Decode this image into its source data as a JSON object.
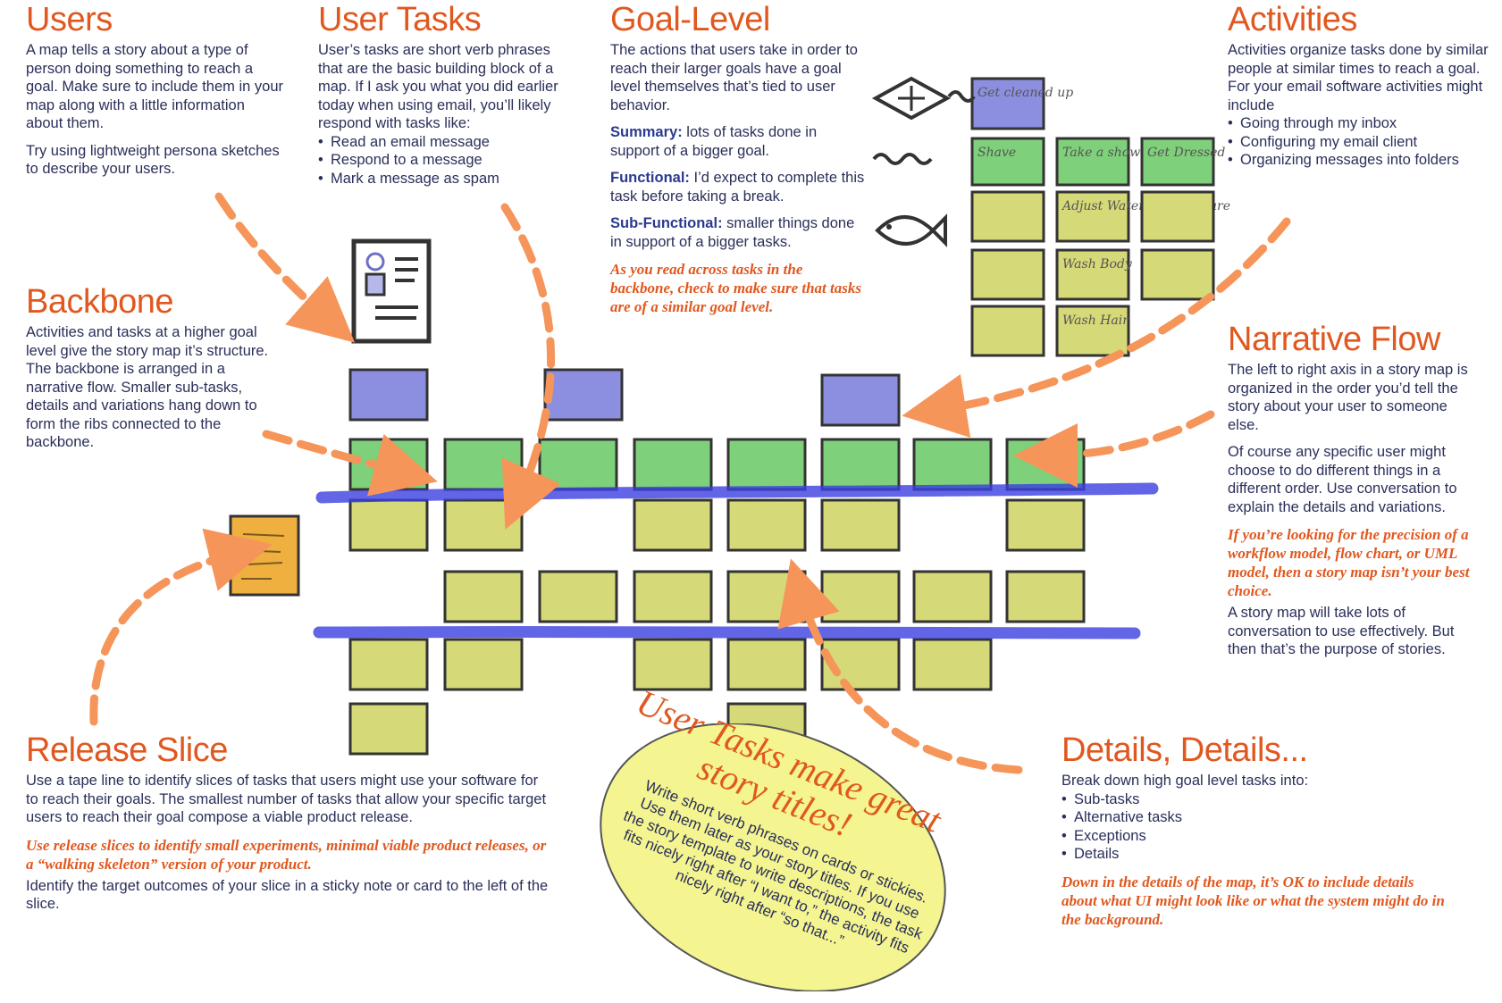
{
  "colors": {
    "accent": "#e0581f",
    "text": "#2a2f5a",
    "activity_card": "#8c8fe0",
    "task_card": "#7fd07a",
    "detail_card": "#d6d978",
    "release_note": "#f0b040",
    "tape": "#3a3fe0",
    "bubble": "#f4f590"
  },
  "users": {
    "title": "Users",
    "p1": "A map tells a story about a type of person doing something to reach a goal.  Make sure to include them in your map along with a little information about them.",
    "p2": "Try using lightweight persona sketches to describe your users."
  },
  "user_tasks": {
    "title": "User Tasks",
    "p1": "User’s tasks are short verb phrases that are the basic building block of a map.  If I ask you what you did earlier today when using email, you’ll likely respond with tasks like:",
    "bullets": [
      "Read an email message",
      "Respond to a message",
      "Mark a message as spam"
    ]
  },
  "goal_level": {
    "title": "Goal-Level",
    "p1": "The actions that users take in order to reach their larger goals have a goal level themselves that’s tied to user behavior.",
    "summary_label": "Summary:",
    "summary": " lots of tasks done in support of a bigger goal.",
    "functional_label": "Functional:",
    "functional": " I’d expect to complete this task before taking a break.",
    "subfunctional_label": "Sub-Functional:",
    "subfunctional": " smaller things done in support of a bigger tasks.",
    "italic": "As you read across tasks in the backbone, check to make sure that tasks are of a similar goal level."
  },
  "activities": {
    "title": "Activities",
    "p1": "Activities organize tasks done by similar people at similar times to reach a goal.  For your email software activities might include",
    "bullets": [
      "Going through my inbox",
      "Configuring my email client",
      "Organizing messages into folders"
    ]
  },
  "backbone": {
    "title": "Backbone",
    "p1": "Activities and tasks at a higher goal level give the story map it’s structure.  The backbone is arranged in a narrative flow.  Smaller sub-tasks, details and variations hang down to form the ribs connected to the backbone."
  },
  "narrative_flow": {
    "title": "Narrative Flow",
    "p1": "The  left to right axis in a story map is organized in the order you’d tell the story about your user to someone else.",
    "p2": "Of course any specific user might choose to do different things in a different order.  Use conversation to explain the details and variations.",
    "italic": "If you’re looking for the precision of a workflow model, flow chart, or UML model, then a story map isn’t your best choice.",
    "p3": "A story map will take lots of conversation to use effectively.  But then that’s the purpose of stories."
  },
  "release_slice": {
    "title": "Release Slice",
    "p1": "Use a tape line to identify slices of tasks that users might use your software for to reach their goals.  The smallest number of tasks that allow your specific target users to reach their goal compose a viable product release.",
    "italic": "Use release slices to identify small experiments, minimal viable product releases, or a “walking skeleton” version of your product.",
    "p2": "Identify the target outcomes of your slice in a sticky note or card to the left of the slice."
  },
  "details": {
    "title": "Details, Details...",
    "p1": "Break down high goal level tasks into:",
    "bullets": [
      "Sub-tasks",
      "Alternative tasks",
      "Exceptions",
      "Details"
    ],
    "italic": "Down in the details of the map, it’s OK to include details about what UI might look like or what the system might do in the background."
  },
  "bubble": {
    "headline": "User Tasks make great story titles!",
    "body": "Write short verb phrases on cards or stickies. Use them later as your story titles.  If you use the story template to write descriptions, the task fits nicely right after “I want to,” the activity fits nicely right after “so that...”"
  },
  "sketch_cards": {
    "get_cleaned_up": "Get cleaned up",
    "shave": "Shave",
    "take_a_shower": "Take a shower",
    "get_dressed": "Get Dressed",
    "adjust_water": "Adjust Water Temperature",
    "wash_body": "Wash Body",
    "wash_hair": "Wash Hair"
  }
}
